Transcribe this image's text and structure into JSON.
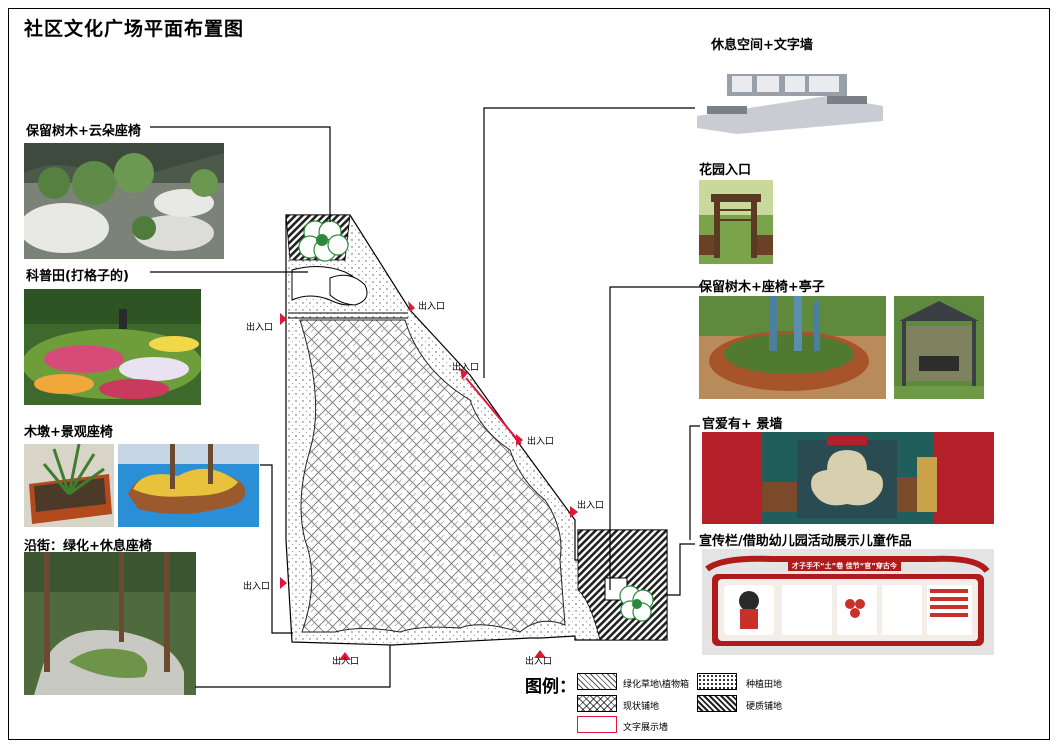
{
  "title": "社区文化广场平面布置图",
  "labels": {
    "trees_cloud": "保留树木+云朵座椅",
    "farm": "科普田(打格子的)",
    "stump": "木墩+景观座椅",
    "street": "沿街：绿化+休息座椅",
    "rest": "休息空间+文字墙",
    "garden": "花园入口",
    "pavilion": "保留树木+座椅+亭子",
    "wall": "官爱有+ 景墙",
    "board": "宣传栏/借助幼儿园活动展示儿童作品"
  },
  "entrance": "出入口",
  "board_banner": "才子手不“土”卷 佳节“官”穿古今",
  "legend": {
    "title": "图例：",
    "items": [
      {
        "key": "green",
        "text": "绿化草地\\植物箱"
      },
      {
        "key": "farm",
        "text": "种植田地"
      },
      {
        "key": "paving",
        "text": "现状铺地"
      },
      {
        "key": "hard",
        "text": "硬质铺地"
      },
      {
        "key": "wall",
        "text": "文字展示墙"
      }
    ]
  },
  "colors": {
    "entry_marker": "#e0173a",
    "wall_line": "#e0173a",
    "board_red": "#b01a1a"
  }
}
